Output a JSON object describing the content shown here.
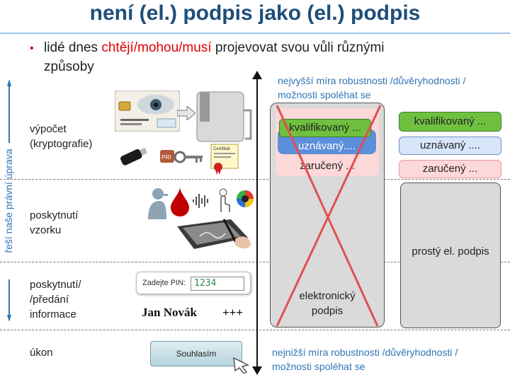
{
  "title": "není (el.) podpis jako (el.) podpis",
  "bullet": {
    "prefix": "lidé dnes ",
    "highlight": "chtějí/mohou/musí",
    "suffix": " projevovat svou vůli různými",
    "line2": "způsoby"
  },
  "side_label": "řeší naše právní úprava",
  "rows": [
    {
      "label_line1": "výpočet",
      "label_line2": "(kryptografie)"
    },
    {
      "label_line1": "poskytnutí",
      "label_line2": "vzorku"
    },
    {
      "label_line1": "poskytnutí/",
      "label_line2": "/předání",
      "label_line3": "informace"
    },
    {
      "label_line1": "úkon"
    }
  ],
  "notes": {
    "top_line1": "nejvyšší míra robustnosti /důvěryhodnosti /",
    "top_line2": "možnosti spoléhat se",
    "bottom_line1": "nejnižší míra robustnosti /důvěryhodnosti /",
    "bottom_line2": "možnosti spoléhat se"
  },
  "crossed_out": {
    "qualified": "kvalifikovaný ...",
    "recognized": "uznávaný....",
    "advanced": "zaručený ...",
    "electronic_line1": "elektronický",
    "electronic_line2": "podpis"
  },
  "right_column": {
    "qualified": "kvalifikovaný ...",
    "recognized": "uznávaný ....",
    "advanced": "zaručený ...",
    "simple": "prostý el. podpis"
  },
  "pin": {
    "label": "Zadejte PIN:",
    "value": "1234"
  },
  "name": "Jan Novák",
  "plus": "+++",
  "agree_button": "Souhlasím",
  "images": {
    "certificate_label": "Certifikát",
    "key_tag": "PRI"
  },
  "colors": {
    "title": "#1f4e79",
    "accent_red": "#e00000",
    "note_blue": "#2e75b6",
    "qualified_green": "#70c040",
    "cross_red": "#e05050"
  }
}
